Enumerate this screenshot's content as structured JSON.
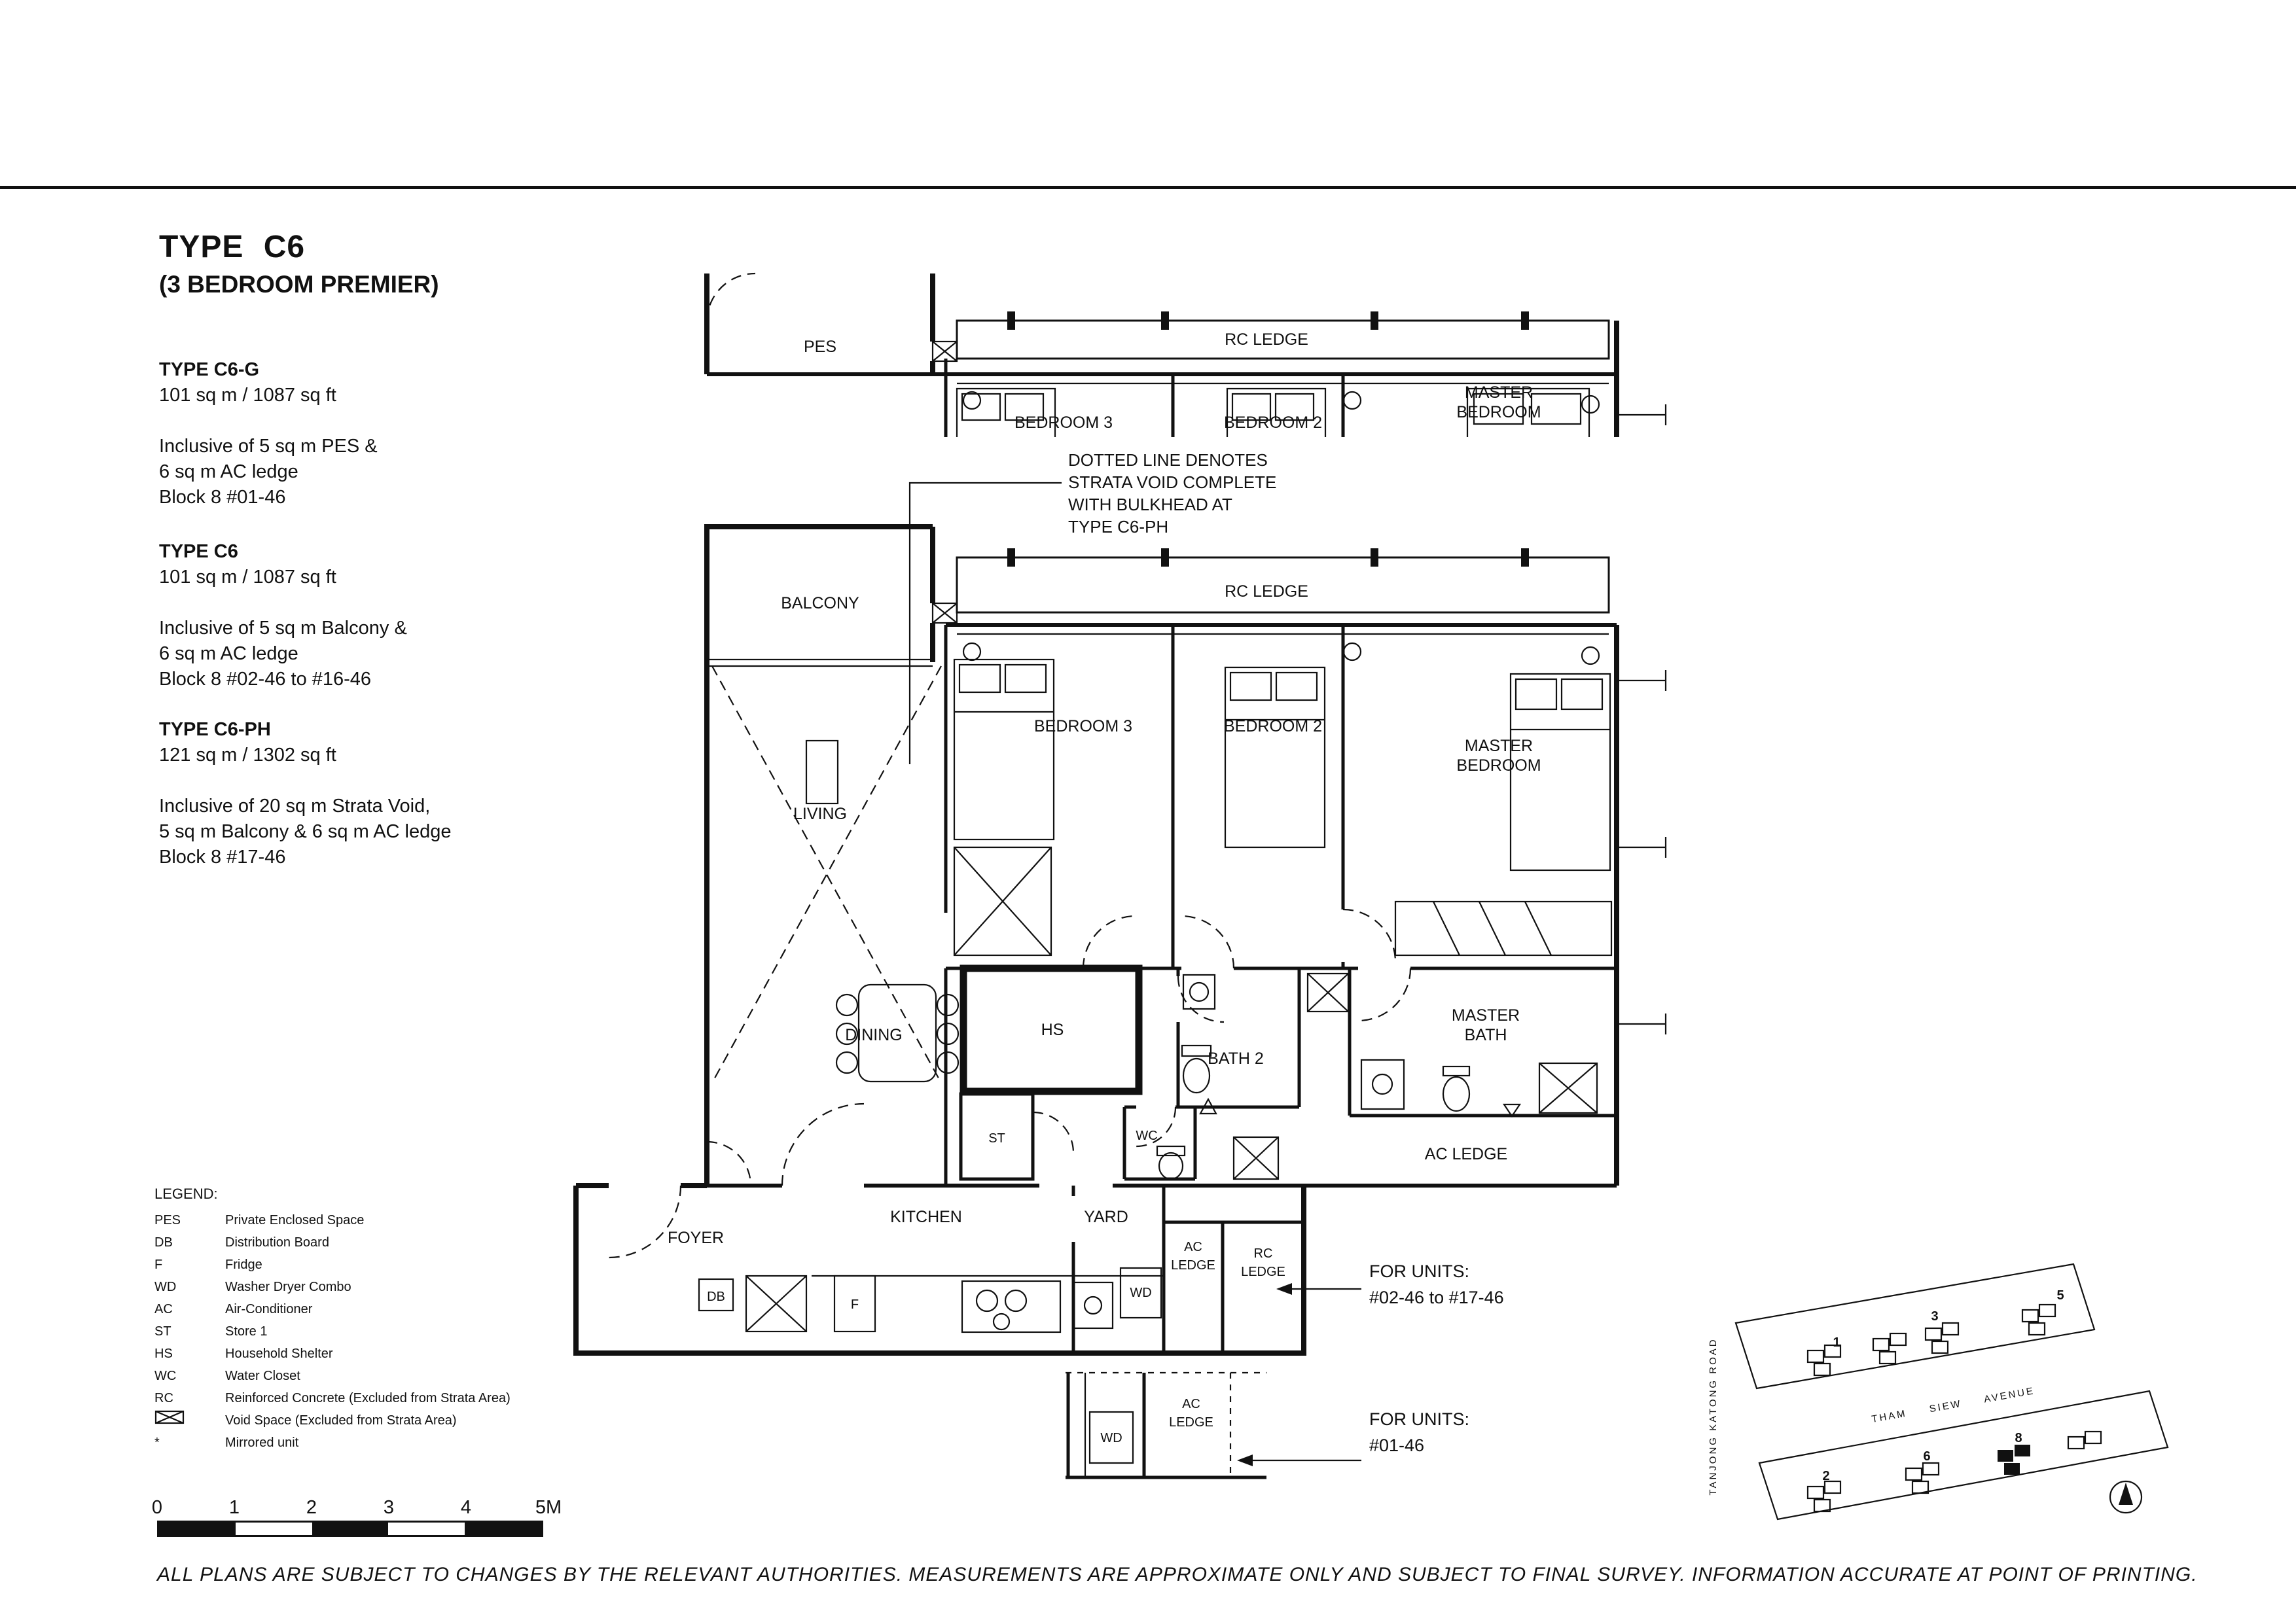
{
  "header": {
    "title": "TYPE  C6",
    "subtitle": "(3 BEDROOM PREMIER)"
  },
  "unit_types": [
    {
      "name": "TYPE C6-G",
      "area": "101 sq m / 1087 sq ft",
      "lines": [
        "Inclusive of 5 sq m PES &",
        "6 sq m AC ledge",
        "Block 8  #01-46"
      ]
    },
    {
      "name": "TYPE C6",
      "area": "101 sq m / 1087 sq ft",
      "lines": [
        "Inclusive of 5 sq m Balcony &",
        "6 sq m AC ledge",
        "Block 8  #02-46 to #16-46"
      ]
    },
    {
      "name": "TYPE C6-PH",
      "area": "121 sq m / 1302 sq ft",
      "lines": [
        "Inclusive of 20 sq m Strata Void,",
        "5 sq m Balcony & 6 sq m AC ledge",
        "Block 8  #17-46"
      ]
    }
  ],
  "plan": {
    "pes": "PES",
    "balcony": "BALCONY",
    "rc_ledge": "RC LEDGE",
    "bedroom3": "BEDROOM 3",
    "bedroom2": "BEDROOM 2",
    "master": "MASTER",
    "bedroom": "BEDROOM",
    "bath": "BATH",
    "living": "LIVING",
    "dining": "DINING",
    "hs": "HS",
    "bath2": "BATH 2",
    "st": "ST",
    "wc": "WC",
    "ac_ledge": "AC LEDGE",
    "ac": "AC",
    "rc": "RC",
    "ledge": "LEDGE",
    "kitchen": "KITCHEN",
    "yard": "YARD",
    "foyer": "FOYER",
    "db": "DB",
    "f": "F",
    "wd": "WD",
    "for_units": "FOR UNITS:",
    "units_mid": "#02-46 to #17-46",
    "units_ground": "#01-46",
    "annotation": [
      "DOTTED LINE DENOTES",
      "STRATA VOID COMPLETE",
      "WITH BULKHEAD AT",
      "TYPE C6-PH"
    ]
  },
  "legend": {
    "title": "LEGEND:",
    "items": [
      {
        "abbr": "PES",
        "desc": "Private Enclosed Space"
      },
      {
        "abbr": "DB",
        "desc": "Distribution Board"
      },
      {
        "abbr": "F",
        "desc": "Fridge"
      },
      {
        "abbr": "WD",
        "desc": "Washer Dryer Combo"
      },
      {
        "abbr": "AC",
        "desc": "Air-Conditioner"
      },
      {
        "abbr": "ST",
        "desc": "Store 1"
      },
      {
        "abbr": "HS",
        "desc": "Household Shelter"
      },
      {
        "abbr": "WC",
        "desc": "Water Closet"
      },
      {
        "abbr": "RC",
        "desc": "Reinforced Concrete (Excluded from Strata Area)"
      },
      {
        "abbr": "",
        "desc": "Void Space (Excluded from Strata Area)"
      },
      {
        "abbr": "*",
        "desc": "Mirrored unit"
      }
    ]
  },
  "icons": {
    "void_space": "⊠",
    "north_arrow": "◮"
  },
  "scale": {
    "ticks": [
      "0",
      "1",
      "2",
      "3",
      "4",
      "5M"
    ]
  },
  "site_plan": {
    "road_vertical": "TANJONG KATONG ROAD",
    "road_diagonal": "THAM SIEW AVENUE",
    "blocks": [
      "1",
      "3",
      "5",
      "2",
      "6",
      "8"
    ]
  },
  "footer": {
    "disclaimer": "ALL PLANS ARE SUBJECT TO CHANGES BY THE RELEVANT AUTHORITIES. MEASUREMENTS ARE APPROXIMATE ONLY AND SUBJECT TO FINAL SURVEY. INFORMATION ACCURATE AT POINT OF PRINTING."
  }
}
